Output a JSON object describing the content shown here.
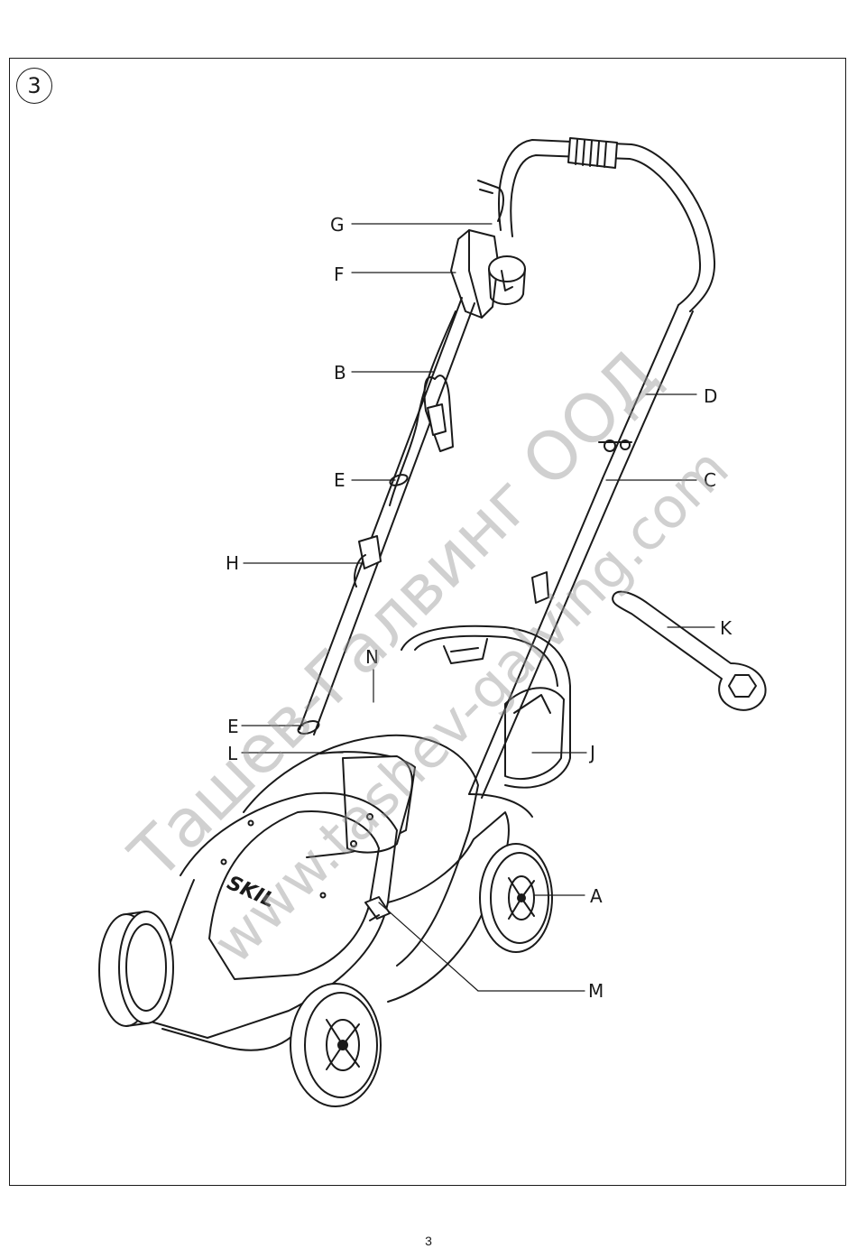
{
  "figure": {
    "number": "3"
  },
  "callouts": {
    "G": "G",
    "F": "F",
    "B": "B",
    "D": "D",
    "E1": "E",
    "C": "C",
    "H": "H",
    "K": "K",
    "N": "N",
    "E2": "E",
    "L": "L",
    "J": "J",
    "A": "A",
    "M": "M"
  },
  "brand_logo": "SKIL",
  "watermark": {
    "line1": "Ташев-Галвинг ООД",
    "line2": "www.tashev-galving.com"
  },
  "page_number": "3"
}
